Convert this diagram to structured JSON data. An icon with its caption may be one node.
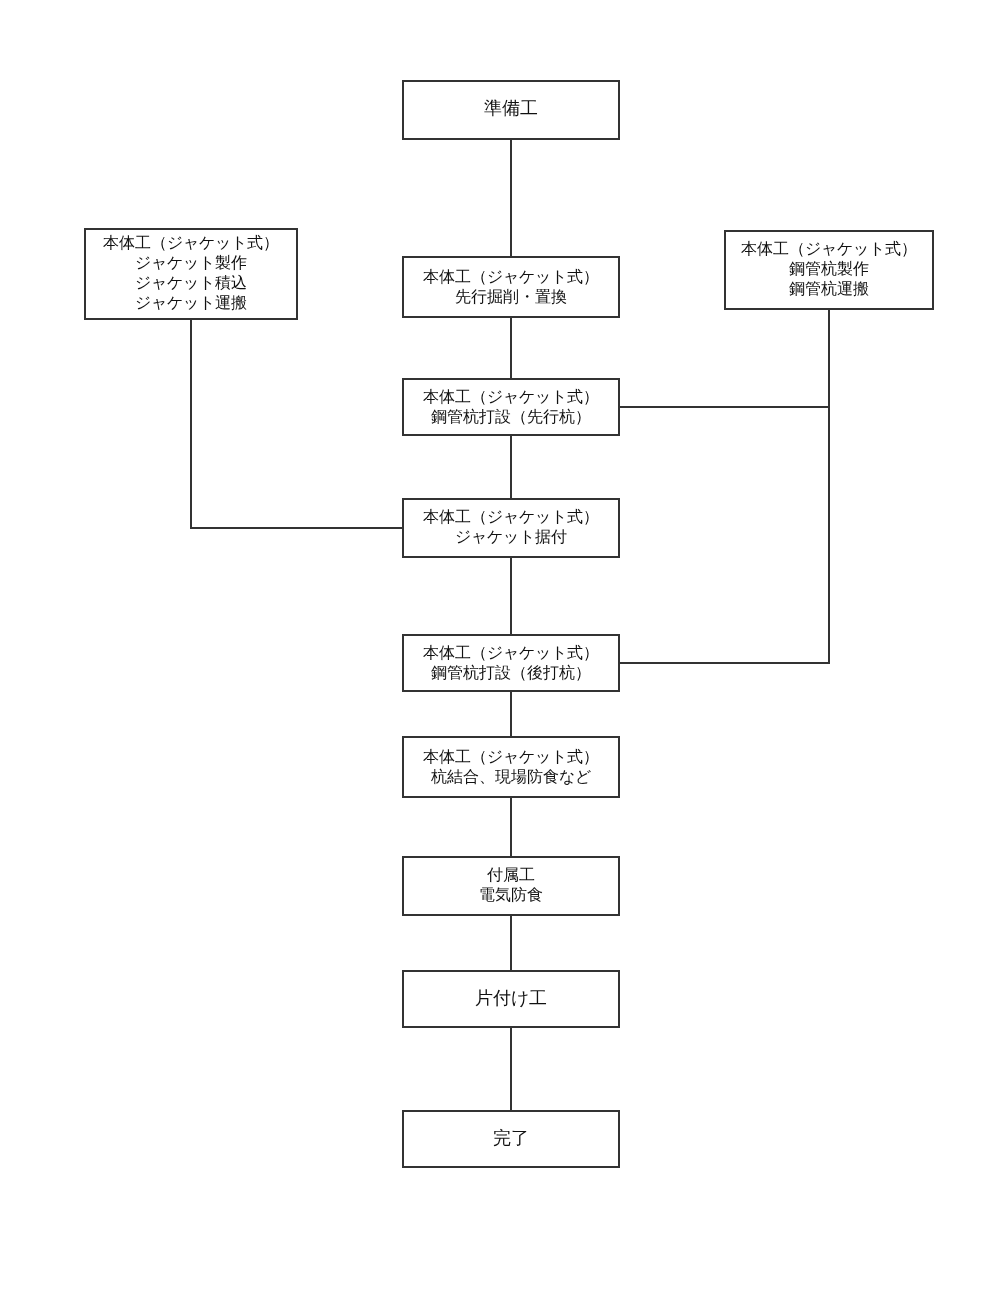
{
  "diagram": {
    "nodes": [
      {
        "text": [
          "準備工"
        ]
      },
      {
        "text": [
          "本体工（ジャケット式）",
          "ジャケット製作",
          "ジャケット積込",
          "ジャケット運搬"
        ]
      },
      {
        "text": [
          "本体工（ジャケット式）",
          "先行掘削・置換"
        ]
      },
      {
        "text": [
          "本体工（ジャケット式）",
          "鋼管杭製作",
          "鋼管杭運搬"
        ]
      },
      {
        "text": [
          "本体工（ジャケット式）",
          "鋼管杭打設（先行杭）"
        ]
      },
      {
        "text": [
          "本体工（ジャケット式）",
          "ジャケット据付"
        ]
      },
      {
        "text": [
          "本体工（ジャケット式）",
          "鋼管杭打設（後打杭）"
        ]
      },
      {
        "text": [
          "本体工（ジャケット式）",
          "杭結合、現場防食など"
        ]
      },
      {
        "text": [
          "付属工",
          "電気防食"
        ]
      },
      {
        "text": [
          "片付け工"
        ]
      },
      {
        "text": [
          "完了"
        ]
      }
    ],
    "edges": [
      {
        "from": 0,
        "to": 2,
        "arrow": "none"
      },
      {
        "from": 2,
        "to": 4,
        "arrow": "none"
      },
      {
        "from": 4,
        "to": 5,
        "arrow": "none"
      },
      {
        "from": 5,
        "to": 6,
        "arrow": "none"
      },
      {
        "from": 6,
        "to": 7,
        "arrow": "none"
      },
      {
        "from": 7,
        "to": 8,
        "arrow": "none"
      },
      {
        "from": 8,
        "to": 9,
        "arrow": "none"
      },
      {
        "from": 9,
        "to": 10,
        "arrow": "none"
      },
      {
        "from": 1,
        "to": 5,
        "arrow": "none"
      },
      {
        "from": 3,
        "to": 4,
        "arrow": "none"
      },
      {
        "from": 3,
        "to": 6,
        "arrow": "none"
      }
    ]
  }
}
